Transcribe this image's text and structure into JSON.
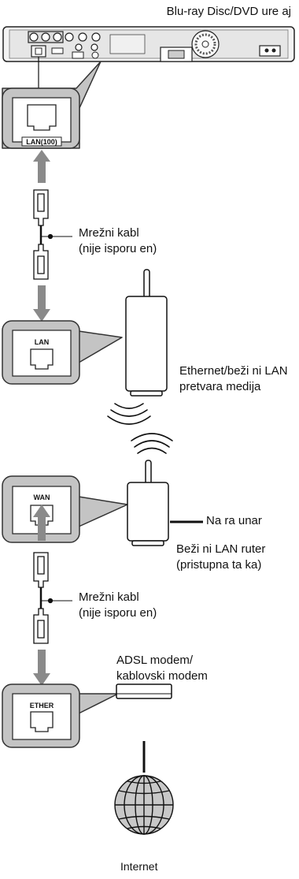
{
  "device_title": "Blu-ray Disc/DVD ure aj",
  "player_port_label": "LAN(100)",
  "cable_top_label": [
    "Mrežni kabl",
    "(nije isporu en)"
  ],
  "bridge_port_label": "LAN",
  "bridge_label": [
    "Ethernet/beži ni LAN",
    "pretvara  medija"
  ],
  "router_wan_label": "WAN",
  "computer_label": "Na ra unar",
  "router_label": [
    "Beži ni LAN ruter",
    "(pristupna ta ka)"
  ],
  "cable_bottom_label": [
    "Mrežni kabl",
    "(nije isporu en)"
  ],
  "modem_port_label": "ETHER",
  "modem_label": [
    "ADSL modem/",
    "kablovski modem"
  ],
  "internet_label": "Internet",
  "colors": {
    "callout_fill": "#c4c4c4",
    "arrow": "#8a8a8a",
    "line": "#111111"
  }
}
